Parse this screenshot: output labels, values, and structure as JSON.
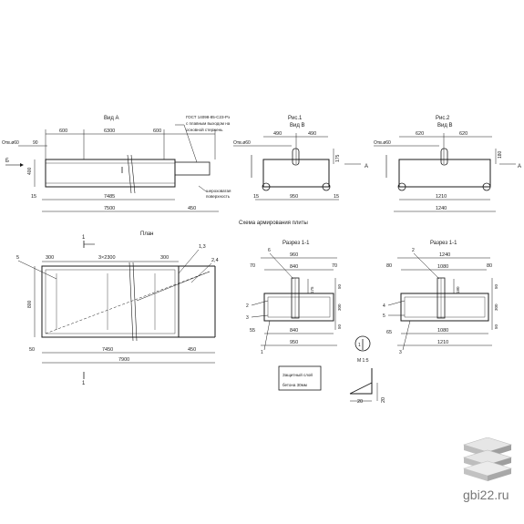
{
  "view_a": {
    "title": "Вид А",
    "gost_note": [
      "ГОСТ 14098-85-С23-Рз",
      "с плавным выходом на",
      "основной стержень"
    ],
    "top_dims": [
      "600",
      "6300",
      "600"
    ],
    "hole_label": "Отв.ø60",
    "dim_90": "90",
    "letter_b": "Б",
    "height": "400",
    "dim_15": "15",
    "dim_7485": "7485",
    "dim_7500": "7500",
    "dim_450": "450",
    "rough_note": [
      "шероховатая",
      "поверхность"
    ]
  },
  "fig1": {
    "title": "Рис.1",
    "view": "Вид В",
    "top_dims": [
      "490",
      "490"
    ],
    "hole_label": "Отв.ø60",
    "side_dim": "175",
    "width_dims": [
      "15",
      "950",
      "15"
    ],
    "letter_a": "А"
  },
  "fig2": {
    "title": "Рис.2",
    "view": "Вид В",
    "top_dims": [
      "620",
      "620"
    ],
    "hole_label": "Отв.ø60",
    "side_dim": "180",
    "inner_dim": "1210",
    "outer_dim": "1240",
    "letter_a": "А"
  },
  "scheme_title": "Схема армирования плиты",
  "plan": {
    "title": "План",
    "section_mark": "1",
    "top_dims": [
      "300",
      "3×2300",
      "300"
    ],
    "labels": [
      "5",
      "1,3",
      "2,4"
    ],
    "height": "800",
    "dim_50": "50",
    "dim_7450": "7450",
    "dim_450": "450",
    "dim_7900": "7900"
  },
  "section1": {
    "title": "Разрез 1-1",
    "dims_top": [
      "70",
      "960",
      "70"
    ],
    "dim_840_top": "840",
    "label_6": "6",
    "dim_175": "175",
    "right_dims": [
      "50",
      "300",
      "50"
    ],
    "left_labels": [
      "2",
      "3"
    ],
    "dim_55": "55",
    "dim_840": "840",
    "dim_950": "950",
    "label_1": "1"
  },
  "section2": {
    "title": "Разрез 1-1",
    "dim_1240": "1240",
    "dims_top": [
      "80",
      "1080",
      "80"
    ],
    "label_2": "2",
    "dim_180": "180",
    "right_dims": [
      "50",
      "300",
      "50"
    ],
    "left_labels": [
      "4",
      "5"
    ],
    "dim_65": "65",
    "dim_1080": "1080",
    "dim_1210": "1210",
    "label_3": "3"
  },
  "detail": {
    "mark": "1",
    "scale": "М 1:5"
  },
  "cover_note": [
    "Защитный слой",
    "бетона 30мм"
  ],
  "chamfer": {
    "dims": [
      "20",
      "20"
    ]
  },
  "site": "gbi22.ru"
}
